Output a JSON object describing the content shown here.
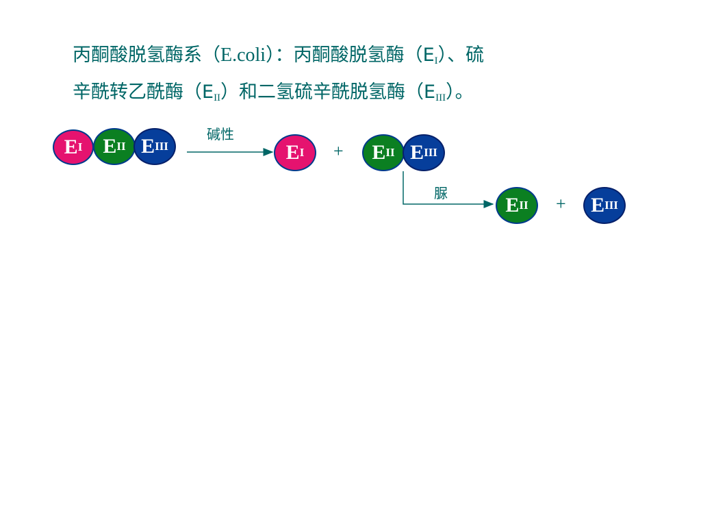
{
  "title": {
    "line1_a": "丙酮酸脱氢酶系（",
    "line1_latin": "E.coli",
    "line1_b": "）：丙酮酸脱氢酶（E",
    "line1_sub": "I",
    "line1_c": "）、硫",
    "line2_a": "辛酰转乙酰酶（E",
    "line2_sub": "II",
    "line2_b": "）和二氢硫辛酰脱氢酶（E",
    "line2_sub2": "III",
    "line2_c": "）。"
  },
  "enzymes": {
    "e": "E",
    "sub1": "I",
    "sub2": "II",
    "sub3": "III"
  },
  "labels": {
    "alkaline": "碱性",
    "urea": "脲",
    "plus": "+"
  },
  "colors": {
    "e1": "#e5136f",
    "e2": "#0b7f21",
    "e3": "#063e9b",
    "text": "#006666"
  }
}
